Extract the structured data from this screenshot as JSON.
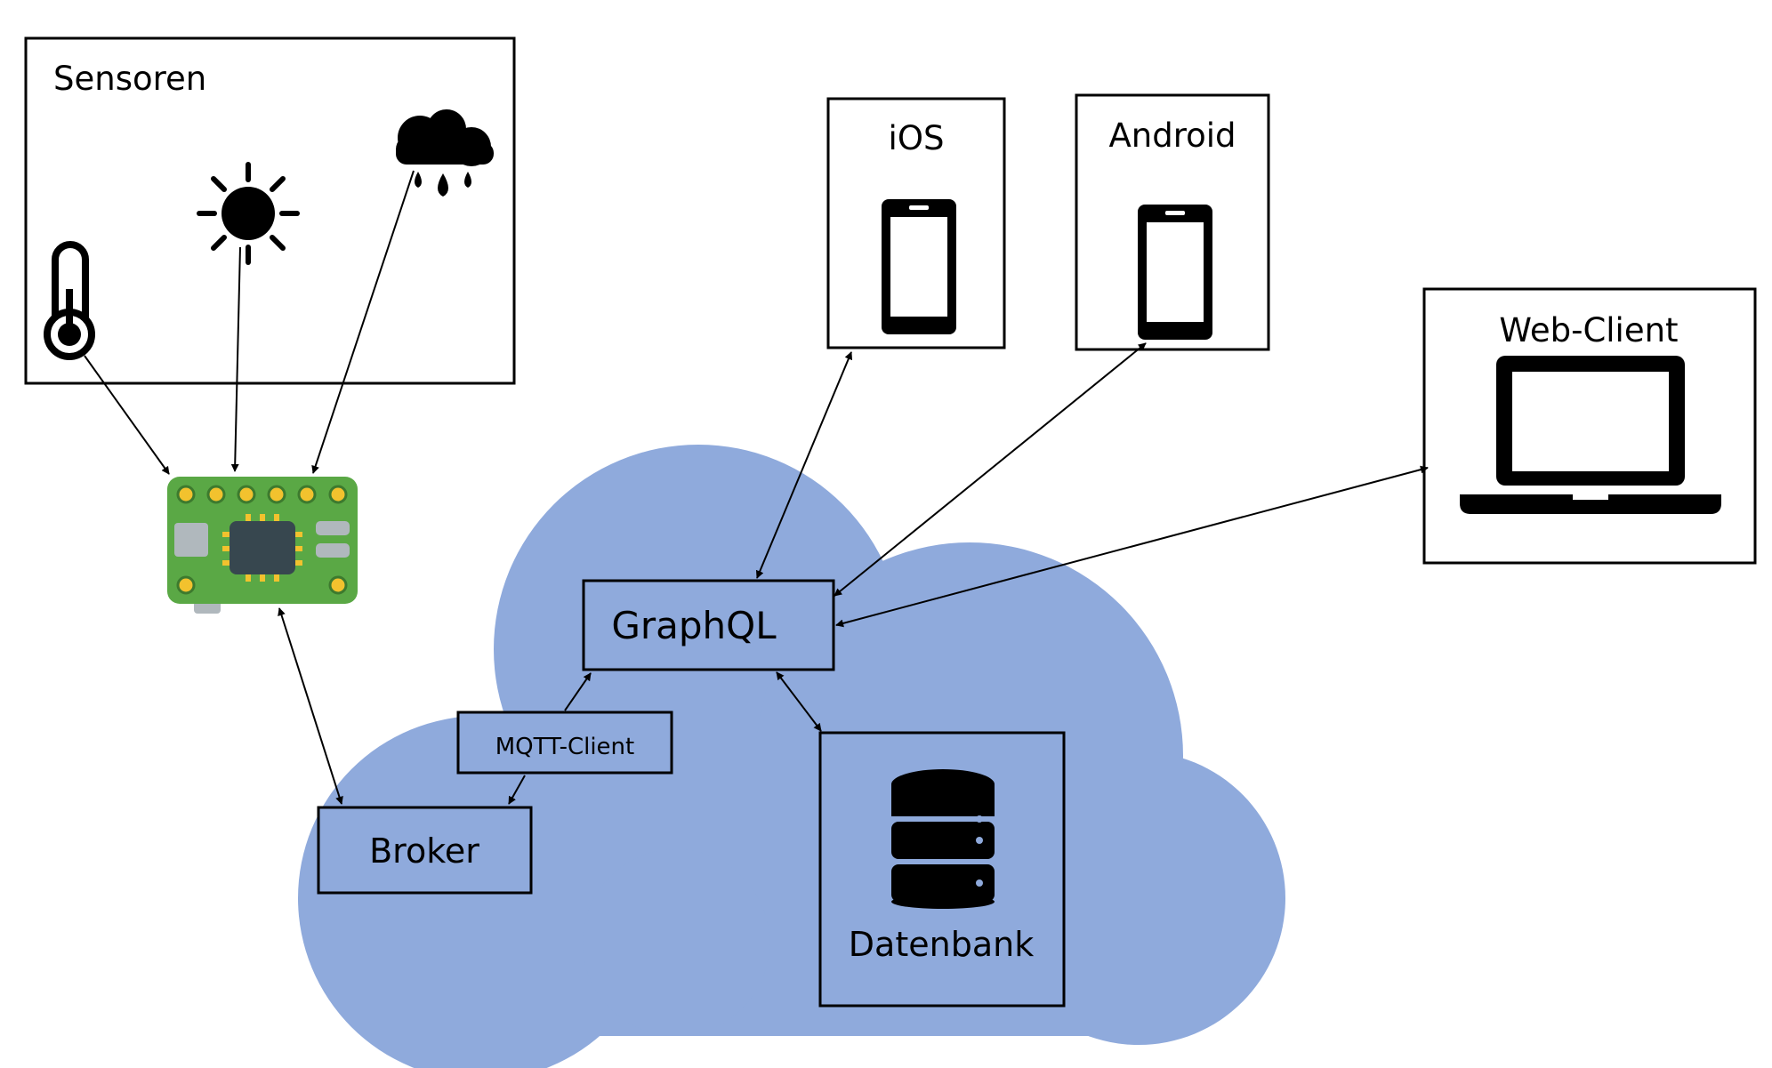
{
  "sensors": {
    "title": "Sensoren",
    "items": [
      {
        "name": "thermometer",
        "icon": "thermometer-icon"
      },
      {
        "name": "sun",
        "icon": "sun-icon"
      },
      {
        "name": "rain-cloud",
        "icon": "rain-cloud-icon"
      }
    ]
  },
  "microcontroller": {
    "icon": "microcontroller-board-icon"
  },
  "cloud": {
    "color": "#8faadc"
  },
  "nodes": {
    "graphql": "GraphQL",
    "mqtt_client": "MQTT-Client",
    "broker": "Broker",
    "database": "Datenbank"
  },
  "clients": {
    "ios": {
      "label": "iOS",
      "icon": "smartphone-icon"
    },
    "android": {
      "label": "Android",
      "icon": "smartphone-icon"
    },
    "web": {
      "label": "Web-Client",
      "icon": "laptop-icon"
    }
  },
  "colors": {
    "cloud": "#8faadc",
    "board_green": "#5aa845",
    "board_pad": "#f2c22e",
    "chip": "#37474f",
    "stroke": "#000000"
  }
}
